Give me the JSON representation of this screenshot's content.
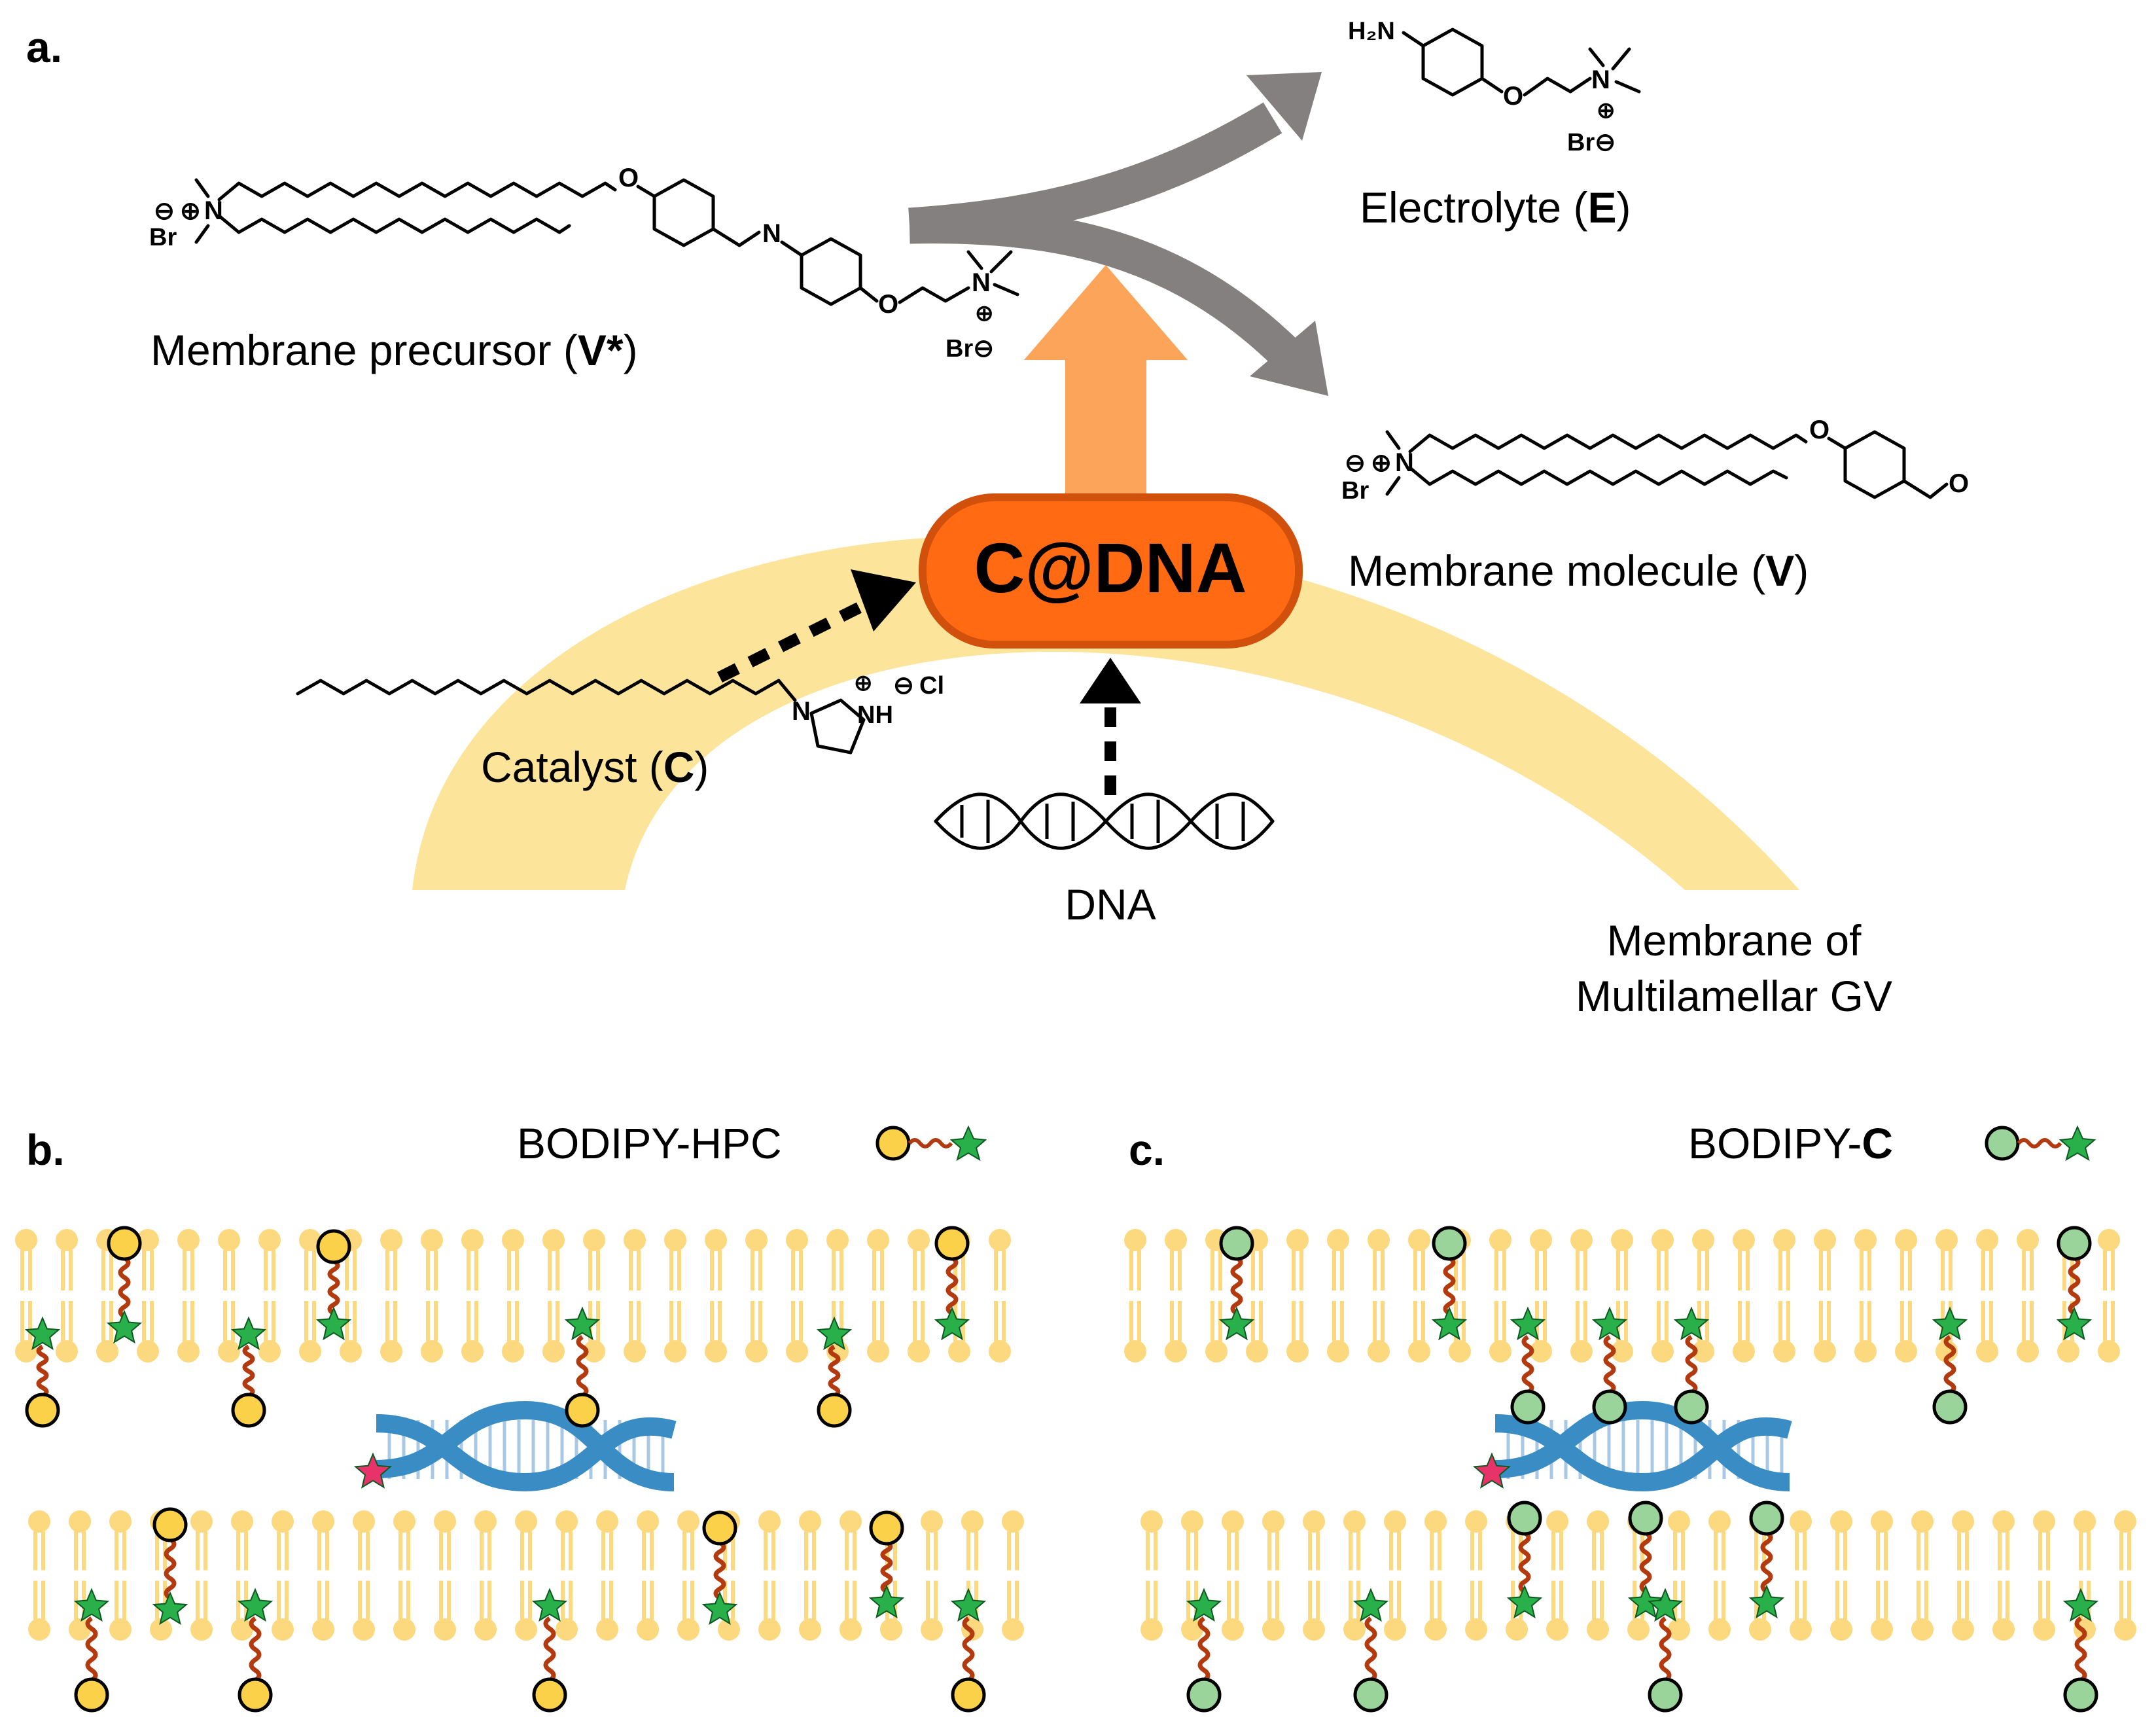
{
  "panels": {
    "a": {
      "letter": "a."
    },
    "b": {
      "letter": "b.",
      "probe_name": "BODIPY-HPC"
    },
    "c": {
      "letter": "c.",
      "probe_prefix": "BODIPY-",
      "probe_bold": "C"
    }
  },
  "labels": {
    "precursor": {
      "text": "Membrane precursor (",
      "bold": "V*",
      "close": ")"
    },
    "electrolyte": {
      "text": "Electrolyte (",
      "bold": "E",
      "close": ")"
    },
    "membrane_molecule": {
      "text": "Membrane molecule (",
      "bold": "V",
      "close": ")"
    },
    "catalyst": {
      "text": "Catalyst (",
      "bold": "C",
      "close": ")"
    },
    "complex": "C@DNA",
    "dna": "DNA",
    "membrane_line1": "Membrane of",
    "membrane_line2": "Multilamellar GV"
  },
  "chem_text": {
    "br": "Br",
    "cl": "Cl",
    "n": "N",
    "o": "O",
    "nh": "NH",
    "h2n": "H₂N",
    "br_minus": "Br⊖",
    "plus": "⊕",
    "minus": "⊖"
  },
  "colors": {
    "membrane_arch": "#fce59a",
    "lipid": "#fcd97f",
    "complex_fill": "#ff6a13",
    "complex_border": "#d1510c",
    "orange_arrow": "#fca45a",
    "grey_arrow": "#858080",
    "hpc_head": "#fcd14a",
    "c_head": "#9bd49a",
    "star": "#2ab04a",
    "linker": "#b23a0e",
    "dna_helix": "#3a8cc4",
    "dna_rungs": "#a8c8e4",
    "dna_dye": "#e8336a"
  }
}
